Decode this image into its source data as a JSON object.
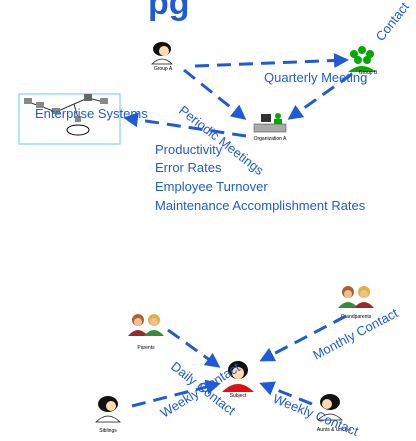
{
  "title_fragment": "pg",
  "colors": {
    "accent": "#1f5bd6",
    "box_border": "#7fd3f0"
  },
  "top_diagram": {
    "nodes": {
      "group_a": "Group A",
      "group_b": "Group B",
      "organization_a": "Organization A",
      "enterprise_systems": "Enterprise Systems",
      "contacts_fragment": "Contact"
    },
    "edge_labels": {
      "quarterly_meeting": "Quarterly Meeting",
      "periodic_meetings": "Periodic Meetings"
    },
    "metrics": [
      "Productivity",
      "Error Rates",
      "Employee Turnover",
      "Maintenance Accomplishment Rates"
    ]
  },
  "bottom_diagram": {
    "nodes": {
      "parents": "Parents",
      "grandparents": "Grandparents",
      "subject": "Subject",
      "siblings": "Siblings",
      "aunts_uncles": "Aunts & Uncles"
    },
    "edge_labels": {
      "daily_contact": "Daily Contact",
      "weekly_contact_left": "Weekly Contact",
      "weekly_contact_right": "Weekly Contact",
      "monthly_contact": "Monthly Contact"
    }
  }
}
